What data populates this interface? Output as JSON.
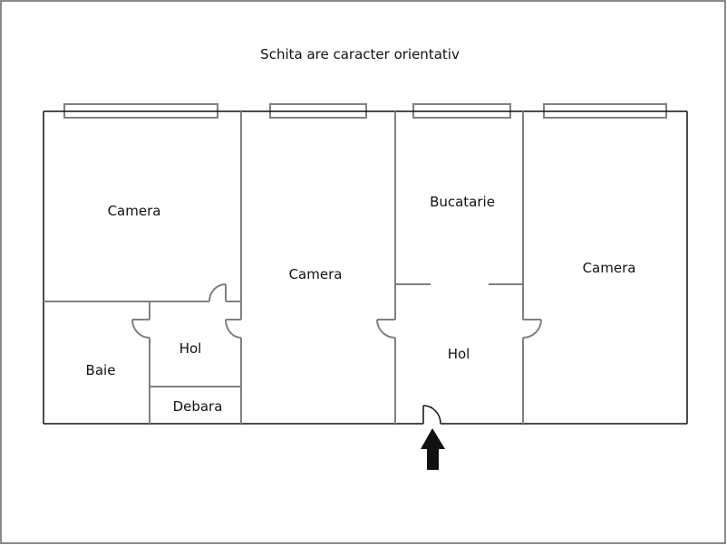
{
  "title": "Schita are caracter orientativ",
  "colors": {
    "background": "#ffffff",
    "frame": "#8a8a8a",
    "outer_wall": "#111111",
    "inner_wall": "#808080",
    "window": "#808080",
    "arrow": "#111111",
    "text": "#111111"
  },
  "rooms": [
    {
      "id": "camera-1",
      "label": "Camera"
    },
    {
      "id": "camera-2",
      "label": "Camera"
    },
    {
      "id": "bucatarie",
      "label": "Bucatarie"
    },
    {
      "id": "camera-3",
      "label": "Camera"
    },
    {
      "id": "baie",
      "label": "Baie"
    },
    {
      "id": "hol-1",
      "label": "Hol"
    },
    {
      "id": "debara",
      "label": "Debara"
    },
    {
      "id": "hol-2",
      "label": "Hol"
    }
  ],
  "windows_count": 4,
  "entrance": {
    "icon": "arrow-up-icon"
  }
}
